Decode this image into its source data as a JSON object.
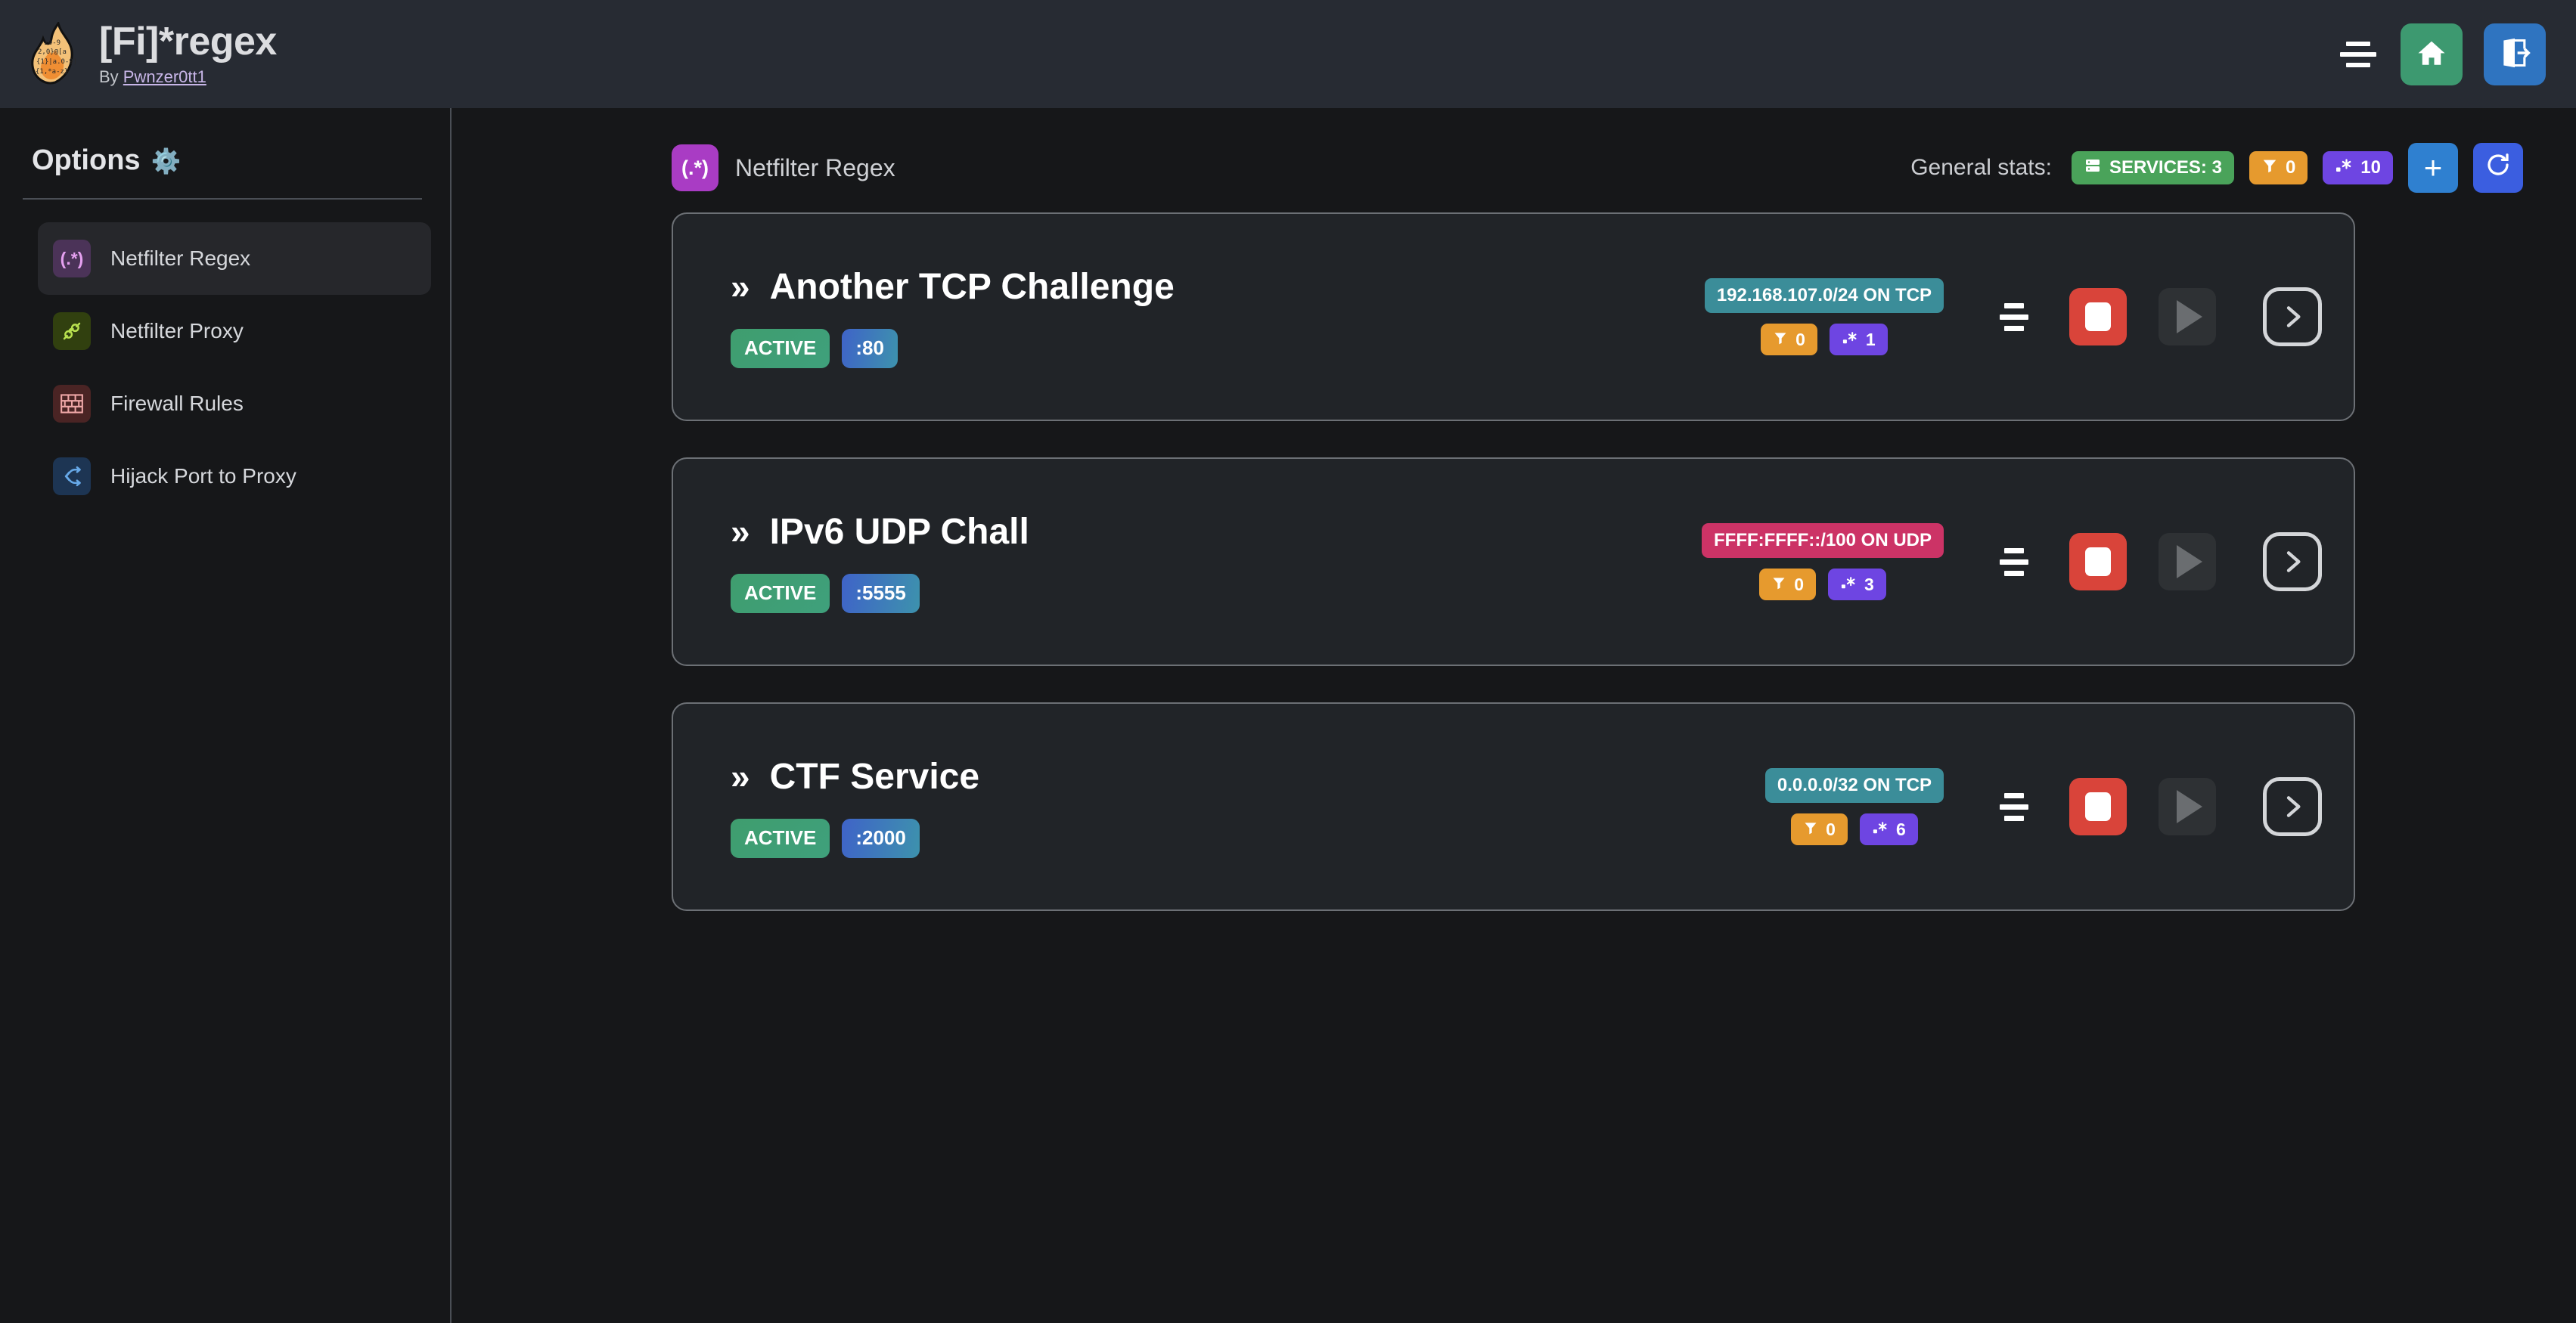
{
  "header": {
    "logo_icon": "flame-regex-logo",
    "title": "[Fi]*regex",
    "by_prefix": "By ",
    "author": "Pwnzer0tt1",
    "menu_icon": "hamburger-menu-icon",
    "home_icon": "home-icon",
    "logout_icon": "logout-icon"
  },
  "sidebar": {
    "title": "Options",
    "gear_icon": "⚙",
    "items": [
      {
        "label": "Netfilter Regex",
        "icon_text": "(.*)",
        "icon_name": "regex-icon",
        "active": true
      },
      {
        "label": "Netfilter Proxy",
        "icon_text": "⚭",
        "icon_name": "proxy-plug-icon",
        "active": false
      },
      {
        "label": "Firewall Rules",
        "icon_text": "▦",
        "icon_name": "brick-wall-icon",
        "active": false
      },
      {
        "label": "Hijack Port to Proxy",
        "icon_text": "⤨",
        "icon_name": "route-split-icon",
        "active": false
      }
    ]
  },
  "main": {
    "page_icon_text": "(.*)",
    "page_title": "Netfilter Regex",
    "stats_label": "General stats:",
    "stats": [
      {
        "name": "services-count",
        "icon": "server-icon",
        "text": "SERVICES: 3",
        "color": "#4aa35a"
      },
      {
        "name": "filters-count",
        "icon": "funnel-icon",
        "text": "0",
        "color": "#e69a2e"
      },
      {
        "name": "regexes-count",
        "icon": "regex-icon",
        "text": "10",
        "color": "#6e45e2"
      }
    ],
    "add_button_label": "+",
    "refresh_button_label": "↻"
  },
  "services": [
    {
      "name": "Another TCP Challenge",
      "status": "ACTIVE",
      "port": ":80",
      "network": "192.168.107.0/24 ON TCP",
      "network_kind": "tcp",
      "filters": "0",
      "regexes": "1",
      "settings_icon": "sliders-icon",
      "stop_icon": "stop-icon",
      "play_icon": "play-icon",
      "details_icon": "chevron-right-icon"
    },
    {
      "name": "IPv6 UDP Chall",
      "status": "ACTIVE",
      "port": ":5555",
      "network": "FFFF:FFFF::/100 ON UDP",
      "network_kind": "udp",
      "filters": "0",
      "regexes": "3",
      "settings_icon": "sliders-icon",
      "stop_icon": "stop-icon",
      "play_icon": "play-icon",
      "details_icon": "chevron-right-icon"
    },
    {
      "name": "CTF Service",
      "status": "ACTIVE",
      "port": ":2000",
      "network": "0.0.0.0/32 ON TCP",
      "network_kind": "tcp",
      "filters": "0",
      "regexes": "6",
      "settings_icon": "sliders-icon",
      "stop_icon": "stop-icon",
      "play_icon": "play-icon",
      "details_icon": "chevron-right-icon"
    }
  ],
  "colors": {
    "header_bg": "#272b33",
    "page_bg": "#161719",
    "card_bg": "#212428",
    "card_border": "#6c7075",
    "accent_green": "#3f9d6e",
    "accent_red": "#d9443a",
    "accent_purple": "#a93cc4",
    "accent_blue": "#2f80d0"
  }
}
